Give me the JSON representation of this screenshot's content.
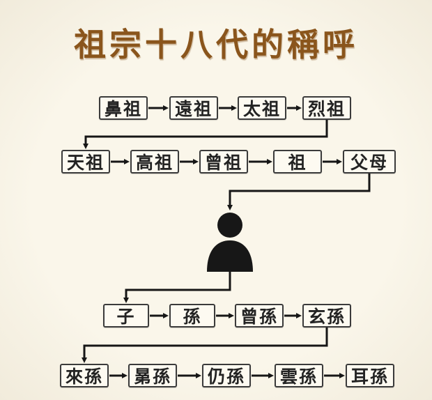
{
  "title": "祖宗十八代的稱呼",
  "rows": {
    "ancestors_upper": [
      "鼻祖",
      "遠祖",
      "太祖",
      "烈祖"
    ],
    "ancestors_lower": [
      "天祖",
      "高祖",
      "曾祖",
      "祖",
      "父母"
    ],
    "descendants_upper": [
      "子",
      "孫",
      "曾孫",
      "玄孫"
    ],
    "descendants_lower": [
      "來孫",
      "晜孫",
      "仍孫",
      "雲孫",
      "耳孫"
    ]
  },
  "icons": {
    "person": "self-silhouette-icon"
  },
  "colors": {
    "background": "#f8f3e6",
    "title": "#8a551c",
    "box_background": "#fdfaf1",
    "box_border": "#3b3b3b",
    "box_text": "#232323",
    "arrow": "#161616"
  }
}
